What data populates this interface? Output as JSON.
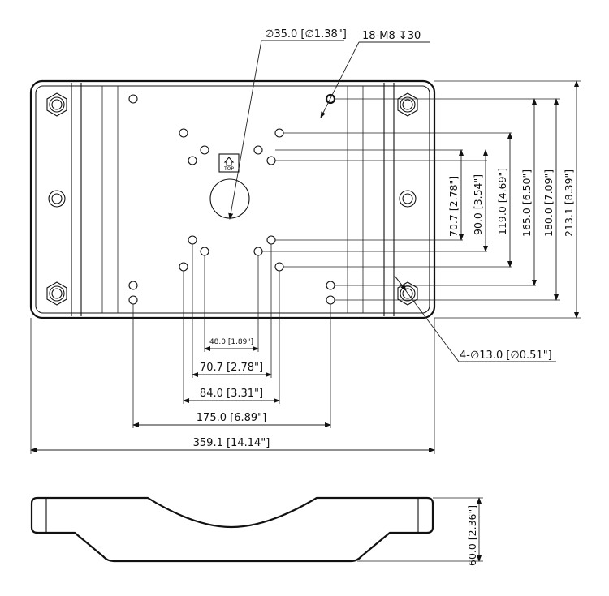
{
  "labels": {
    "center_hole": "∅35.0 [∅1.38\"]",
    "threaded_holes": "18-M8 ↧30",
    "mount_holes": "4-∅13.0 [∅0.51\"]",
    "top_marker": "TOP",
    "w_48": "48.0 [1.89\"]",
    "w_707": "70.7 [2.78\"]",
    "w_84": "84.0 [3.31\"]",
    "w_175": "175.0 [6.89\"]",
    "w_3591": "359.1 [14.14\"]",
    "h_707": "70.7 [2.78\"]",
    "h_90": "90.0 [3.54\"]",
    "h_119": "119.0 [4.69\"]",
    "h_165": "165.0 [6.50\"]",
    "h_180": "180.0 [7.09\"]",
    "h_2131": "213.1 [8.39\"]",
    "h_60": "60.0 [2.36\"]"
  }
}
